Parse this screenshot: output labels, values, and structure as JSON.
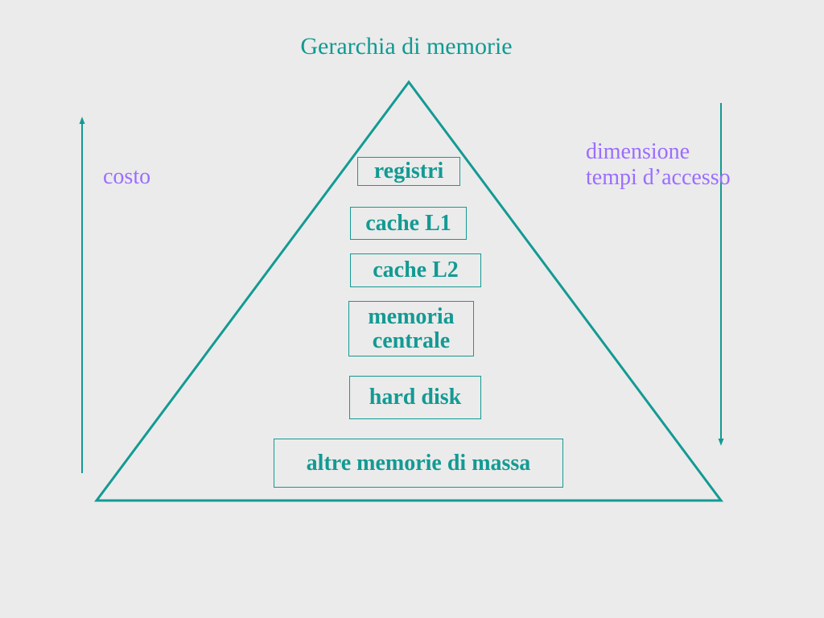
{
  "title": "Gerarchia di memorie",
  "left_axis": {
    "label": "costo",
    "direction": "up"
  },
  "right_axis": {
    "labels": [
      "dimensione",
      "tempi d’accesso"
    ],
    "direction": "down"
  },
  "levels": [
    {
      "label": "registri"
    },
    {
      "label": "cache L1"
    },
    {
      "label": "cache L2"
    },
    {
      "lines": [
        "memoria",
        "centrale"
      ]
    },
    {
      "label": "hard disk"
    },
    {
      "label": "altre memorie di massa"
    }
  ],
  "colors": {
    "background": "#ebebeb",
    "teal": "#139a93",
    "violet": "#9b6dff"
  }
}
